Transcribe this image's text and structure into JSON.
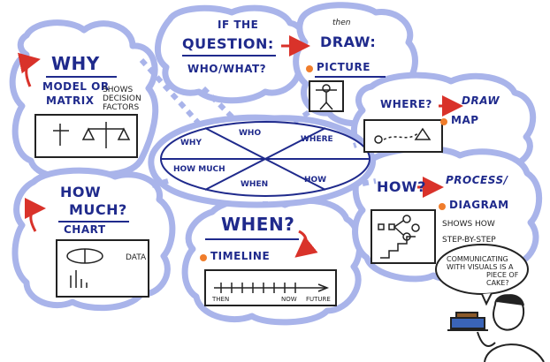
{
  "colors": {
    "cloud": "#a9b4ea",
    "cloud_fill": "#ffffff",
    "ink": "#1f2a8c",
    "arrow": "#d9322a",
    "dot": "#f07d2b",
    "sketch": "#222222"
  },
  "why_cloud": {
    "title": "WHY",
    "subtitle_1": "MODEL OR",
    "subtitle_2": "MATRIX",
    "note_1": "SHOWS",
    "note_2": "DECISION",
    "note_3": "FACTORS"
  },
  "question_cloud": {
    "line_1": "IF THE",
    "line_2": "QUESTION:",
    "line_3": "WHO/WHAT?"
  },
  "then_cloud": {
    "then": "then",
    "draw": "DRAW:",
    "picture": "PICTURE"
  },
  "where_cloud": {
    "where": "WHERE?",
    "draw": "DRAW",
    "map": "MAP"
  },
  "wheel": {
    "why": "WHY",
    "who": "WHO",
    "where": "WHERE",
    "how_much": "HOW MUCH",
    "when": "WHEN",
    "how": "HOW"
  },
  "how_much_cloud": {
    "line_1": "HOW",
    "line_2": "MUCH?",
    "chart": "CHART",
    "data": "DATA"
  },
  "when_cloud": {
    "title": "WHEN?",
    "timeline": "TIMELINE",
    "then": "THEN",
    "now": "NOW",
    "future": "FUTURE"
  },
  "how_cloud": {
    "title": "HOW?",
    "process": "PROCESS/",
    "diagram": "DIAGRAM",
    "note_1": "SHOWS HOW",
    "note_2": "STEP-BY-STEP"
  },
  "speech_bubble": {
    "line_1": "COMMUNICATING",
    "line_2": "WITH VISUALS IS A",
    "line_3": "PIECE OF",
    "line_4": "CAKE?"
  }
}
